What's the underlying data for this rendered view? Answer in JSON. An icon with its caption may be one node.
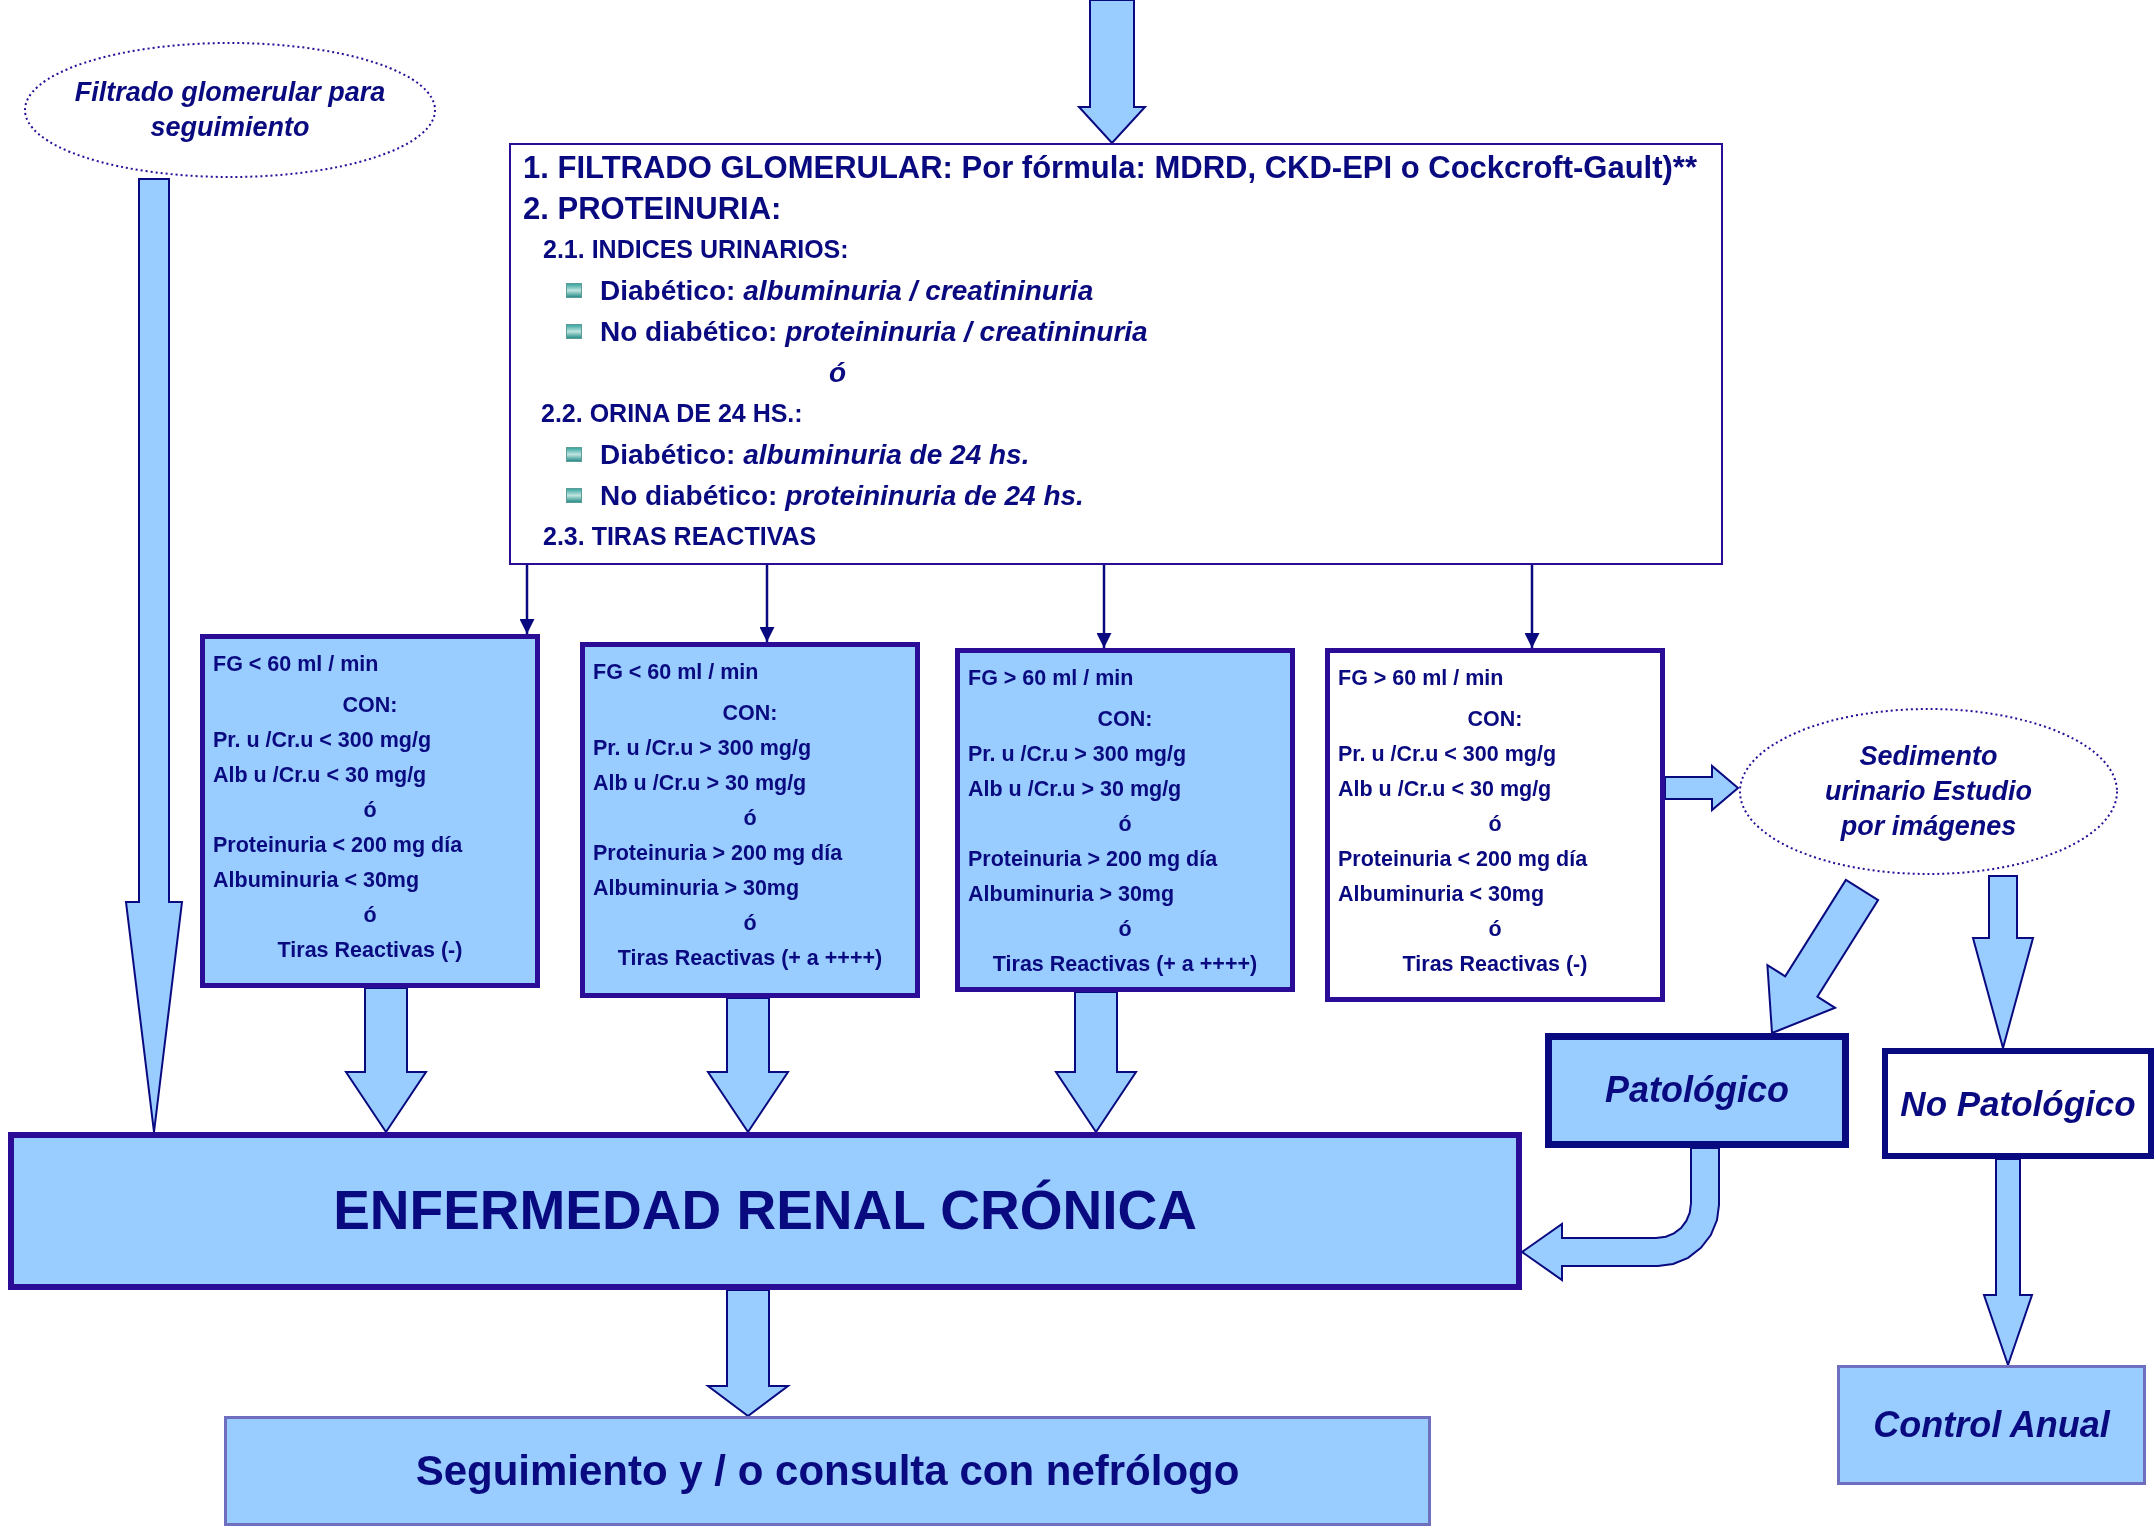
{
  "diagram": {
    "nodes": [
      {
        "text": [
          "Filtrado glomerular para seguimiento"
        ]
      },
      {
        "text": [
          "1. FILTRADO GLOMERULAR: Por fórmula: MDRD, CKD-EPI o Cockcroft-Gault)**",
          "2. PROTEINURIA:",
          "2.1. INDICES URINARIOS:",
          "Diabético: *albuminuria / creatininuria*",
          "No diabético: *proteininuria / creatininuria*",
          "*ó*",
          "2.2. ORINA DE 24 HS.:",
          "Diabético: *albuminuria de 24 hs.*",
          "No diabético: *proteininuria de 24 hs.*",
          "2.3. TIRAS REACTIVAS"
        ]
      },
      {
        "text": [
          "FG < 60 ml / min",
          "CON:",
          "Pr. u /Cr.u < 300 mg/g",
          "Alb u /Cr.u < 30 mg/g",
          "ó",
          "Proteinuria < 200 mg día",
          "Albuminuria  < 30mg",
          "ó",
          "Tiras Reactivas (-)"
        ]
      },
      {
        "text": [
          "FG < 60 ml / min",
          "CON:",
          "Pr. u /Cr.u > 300 mg/g",
          "Alb u /Cr.u > 30 mg/g",
          "ó",
          "Proteinuria > 200 mg día",
          "Albuminuria > 30mg",
          "ó",
          "Tiras Reactivas (+ a ++++)"
        ]
      },
      {
        "text": [
          "FG > 60 ml / min",
          "CON:",
          "Pr. u /Cr.u > 300 mg/g",
          "Alb u /Cr.u > 30 mg/g",
          "ó",
          "Proteinuria > 200 mg día",
          "Albuminuria  > 30mg",
          "ó",
          "Tiras Reactivas (+ a ++++)"
        ]
      },
      {
        "text": [
          "FG > 60 ml / min",
          "CON:",
          "Pr. u /Cr.u < 300 mg/g",
          "Alb u /Cr.u < 30 mg/g",
          "ó",
          "Proteinuria < 200 mg día",
          "Albuminuria < 30mg",
          "ó",
          "Tiras Reactivas (-)"
        ]
      },
      {
        "text": [
          "Sedimento urinario Estudio por imágenes"
        ]
      },
      {
        "text": [
          "ENFERMEDAD RENAL CRÓNICA"
        ]
      },
      {
        "text": [
          "Patológico"
        ]
      },
      {
        "text": [
          "No Patológico"
        ]
      },
      {
        "text": [
          "Seguimiento y / o consulta con nefrólogo"
        ]
      },
      {
        "text": [
          "Control Anual"
        ]
      }
    ],
    "edges": [
      {
        "from": null,
        "to": 1,
        "arrow": "to",
        "style": "thick"
      },
      {
        "from": 0,
        "to": 7,
        "arrow": "to",
        "style": "thick"
      },
      {
        "from": 1,
        "to": 2,
        "arrow": "to"
      },
      {
        "from": 1,
        "to": 3,
        "arrow": "to"
      },
      {
        "from": 1,
        "to": 4,
        "arrow": "to"
      },
      {
        "from": 1,
        "to": 5,
        "arrow": "to"
      },
      {
        "from": 2,
        "to": 7,
        "arrow": "to",
        "style": "thick"
      },
      {
        "from": 3,
        "to": 7,
        "arrow": "to",
        "style": "thick"
      },
      {
        "from": 4,
        "to": 7,
        "arrow": "to",
        "style": "thick"
      },
      {
        "from": 5,
        "to": 6,
        "arrow": "to",
        "style": "thick"
      },
      {
        "from": 6,
        "to": 8,
        "arrow": "to",
        "style": "thick"
      },
      {
        "from": 6,
        "to": 9,
        "arrow": "to",
        "style": "thick"
      },
      {
        "from": 8,
        "to": 7,
        "arrow": "to",
        "style": "thick"
      },
      {
        "from": 7,
        "to": 10,
        "arrow": "to",
        "style": "thick"
      },
      {
        "from": 9,
        "to": 11,
        "arrow": "to",
        "style": "thick"
      }
    ]
  }
}
